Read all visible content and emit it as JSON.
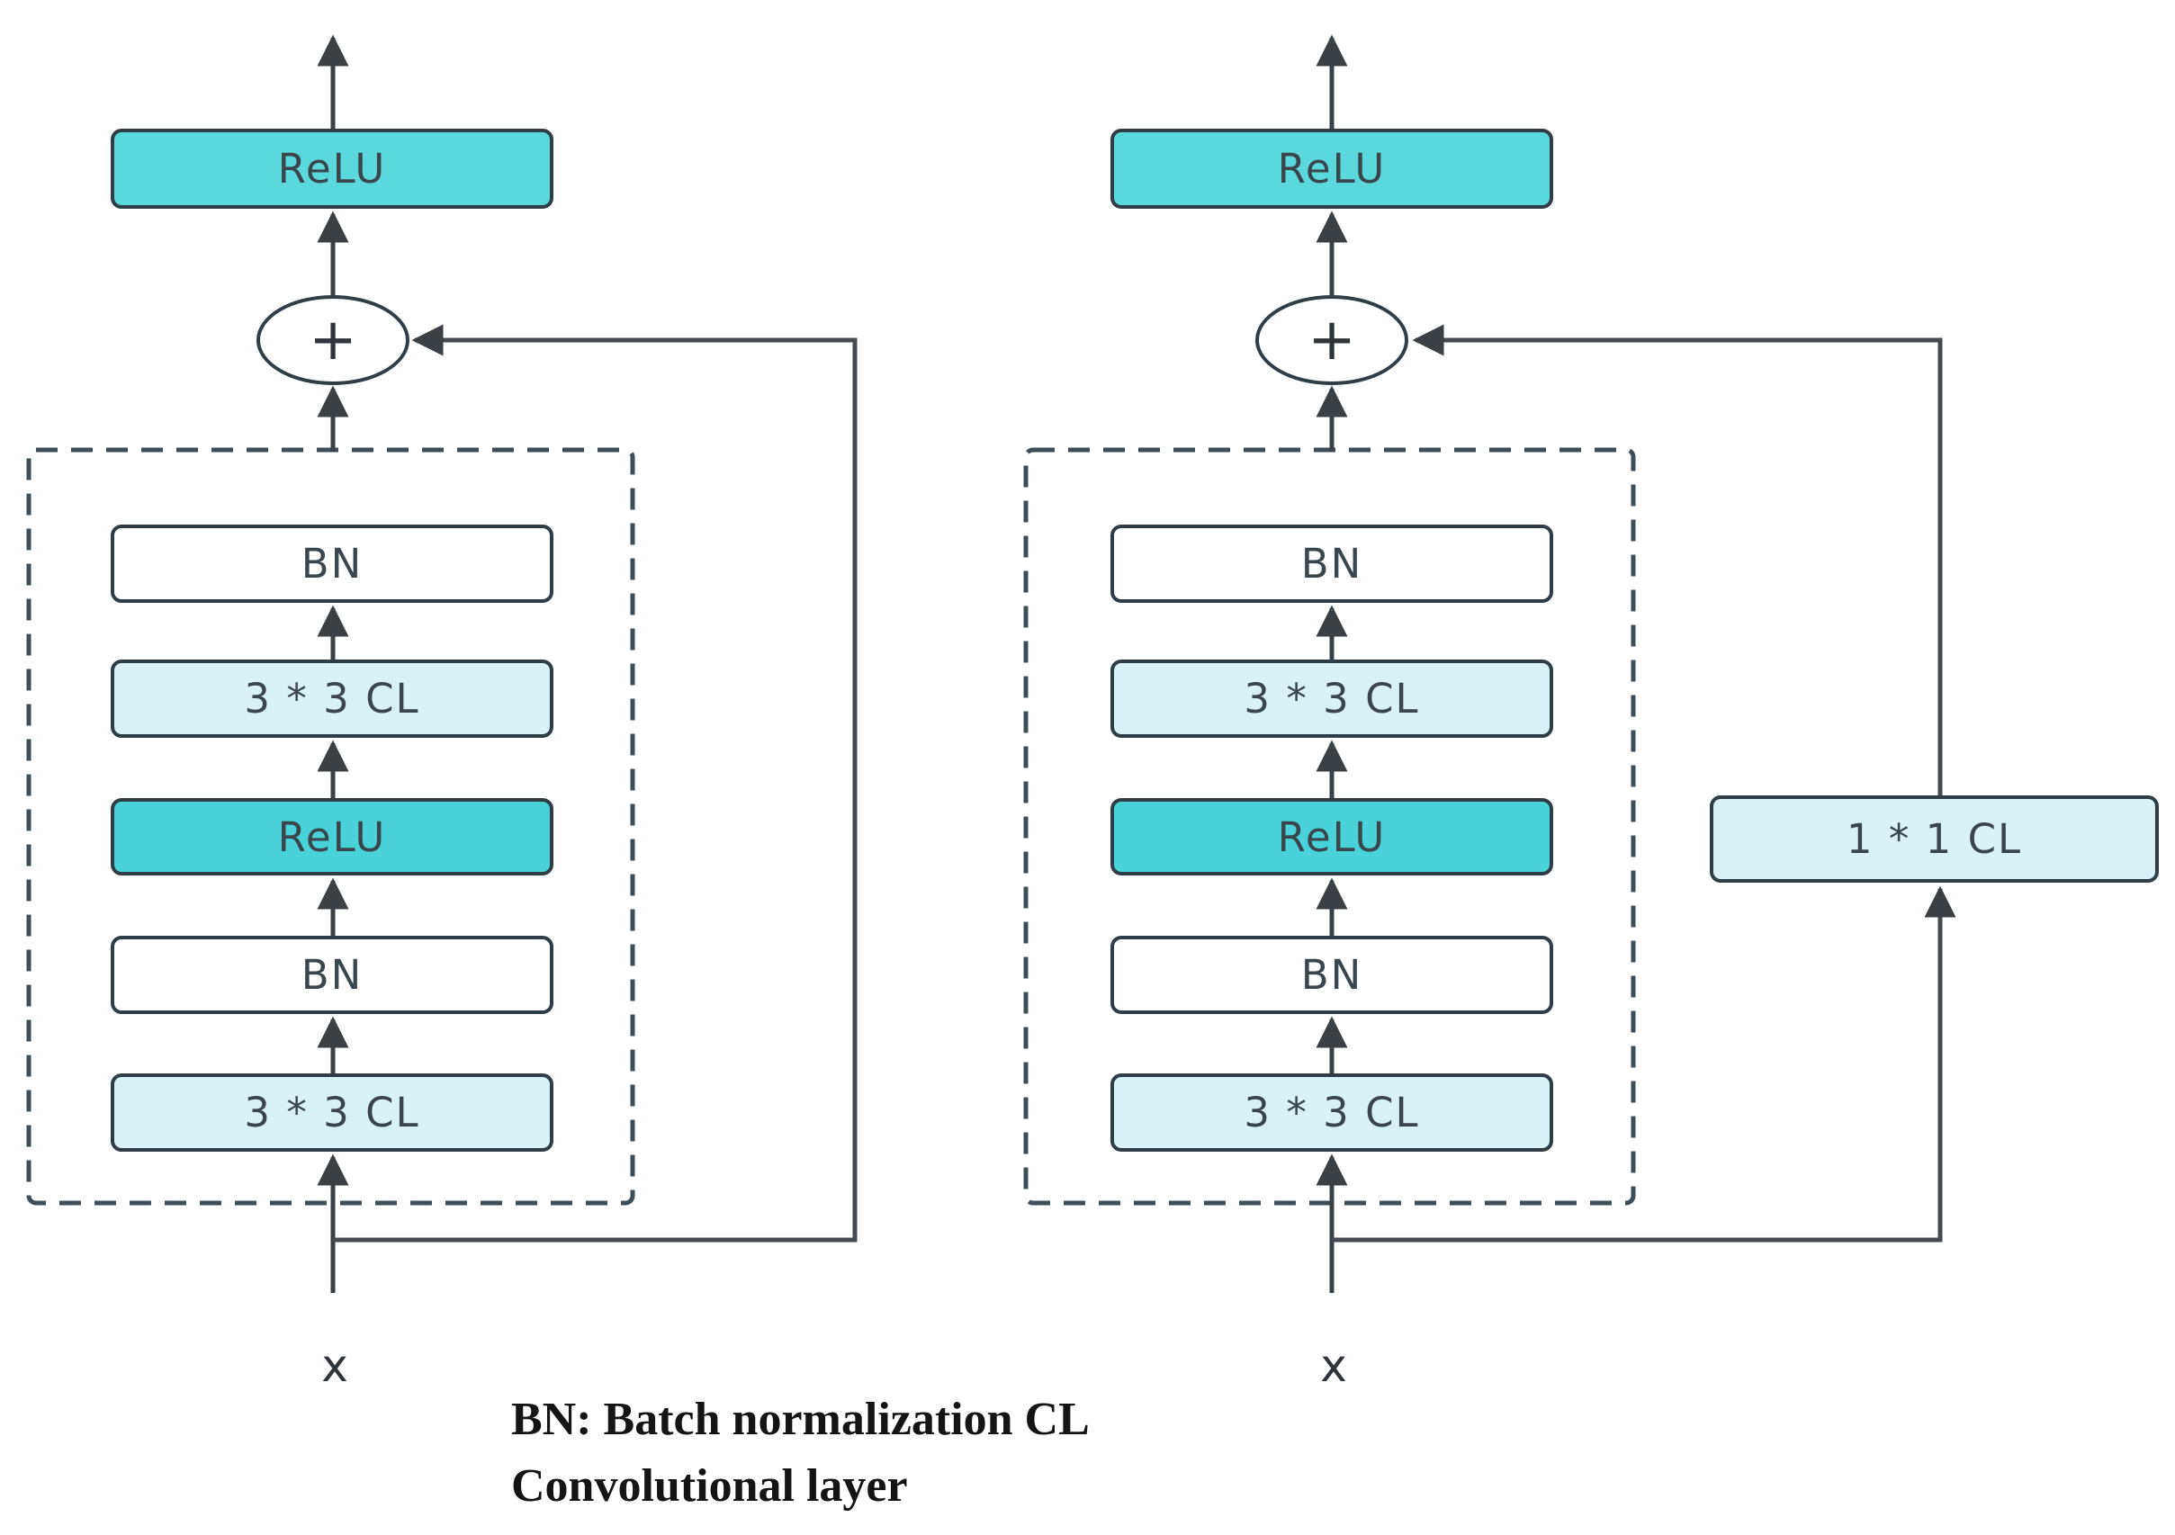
{
  "diagram": {
    "colors": {
      "relu_top": "#5bd8dc",
      "relu_mid": "#49d3d8",
      "conv_light": "#d7f3f5",
      "box_border": "#2f3e46",
      "line": "#3b4045",
      "dashed_border": "#3e4e59"
    },
    "left_block": {
      "output_activation": "ReLU",
      "add_operator": "+",
      "layers": [
        "BN",
        "3 * 3 CL",
        "ReLU",
        "BN",
        "3 * 3 CL"
      ],
      "input_label": "x"
    },
    "right_block": {
      "output_activation": "ReLU",
      "add_operator": "+",
      "layers": [
        "BN",
        "3 * 3 CL",
        "ReLU",
        "BN",
        "3 * 3 CL"
      ],
      "shortcut_layer": "1 * 1 CL",
      "input_label": "x"
    },
    "legend": {
      "line1": "BN: Batch normalization CL",
      "line2": "Convolutional layer"
    }
  }
}
